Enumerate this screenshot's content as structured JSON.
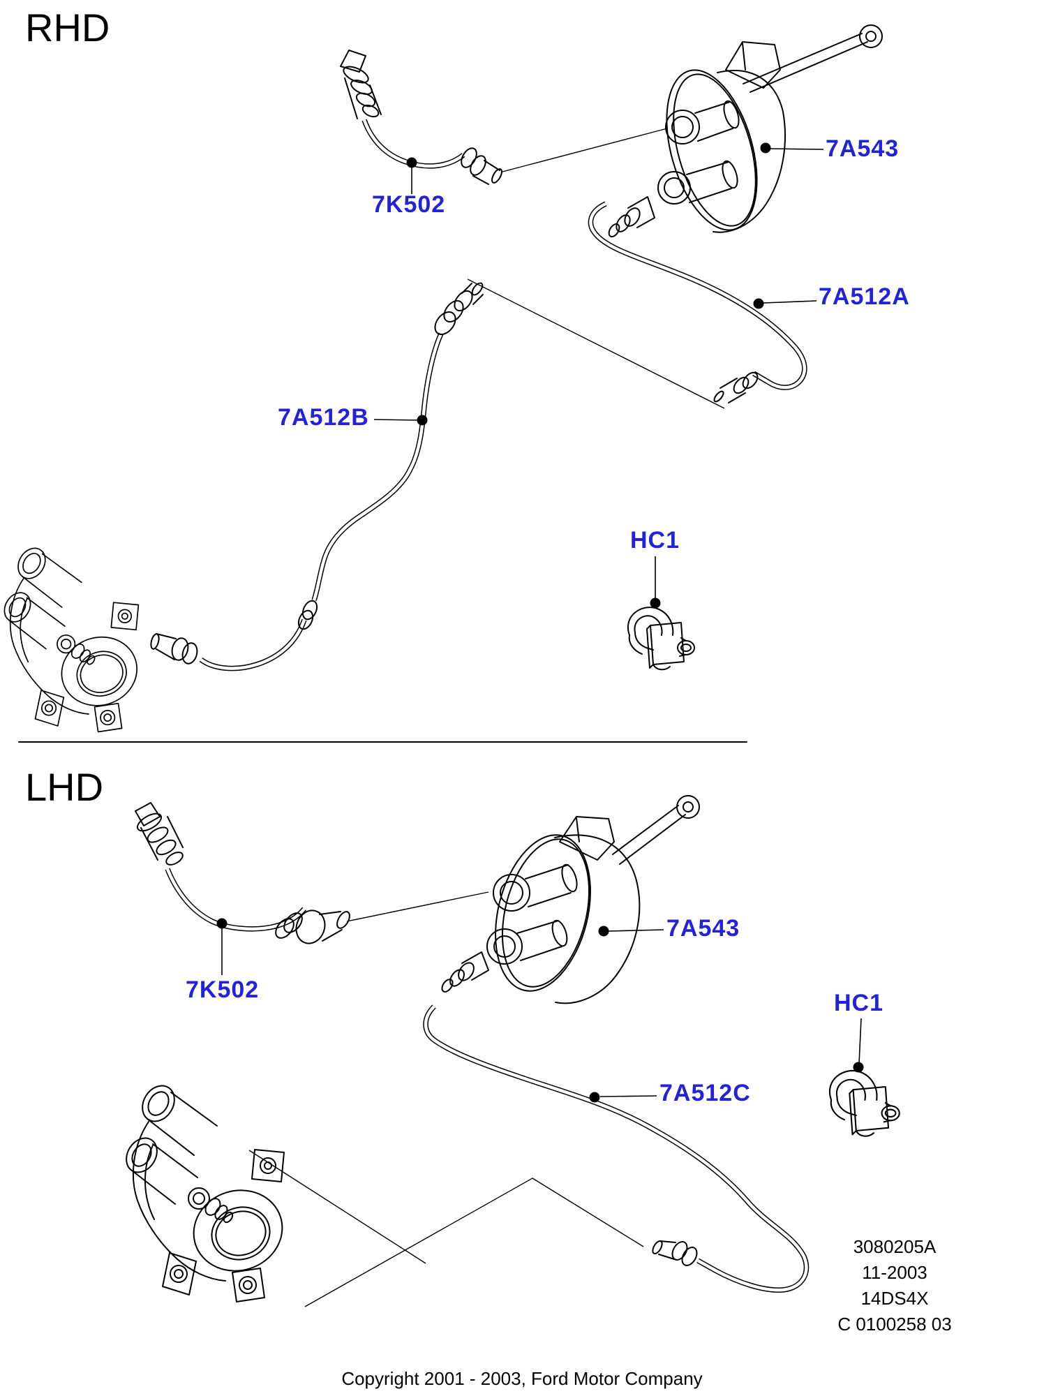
{
  "colors": {
    "label_blue": "#2222DD",
    "ink": "#000000",
    "background": "#FFFFFF"
  },
  "sections": {
    "rhd": {
      "title": "RHD",
      "labels": {
        "hose": "7K502",
        "master_cylinder": "7A543",
        "tube_a": "7A512A",
        "tube_b": "7A512B",
        "clip": "HC1"
      }
    },
    "lhd": {
      "title": "LHD",
      "labels": {
        "hose": "7K502",
        "master_cylinder": "7A543",
        "clip": "HC1",
        "tube_c": "7A512C"
      }
    }
  },
  "info_block": {
    "line1": "3080205A",
    "line2": "11-2003",
    "line3": "14DS4X",
    "line4": "C 0100258 03"
  },
  "footer": {
    "copyright": "Copyright 2001 - 2003, Ford Motor Company"
  }
}
